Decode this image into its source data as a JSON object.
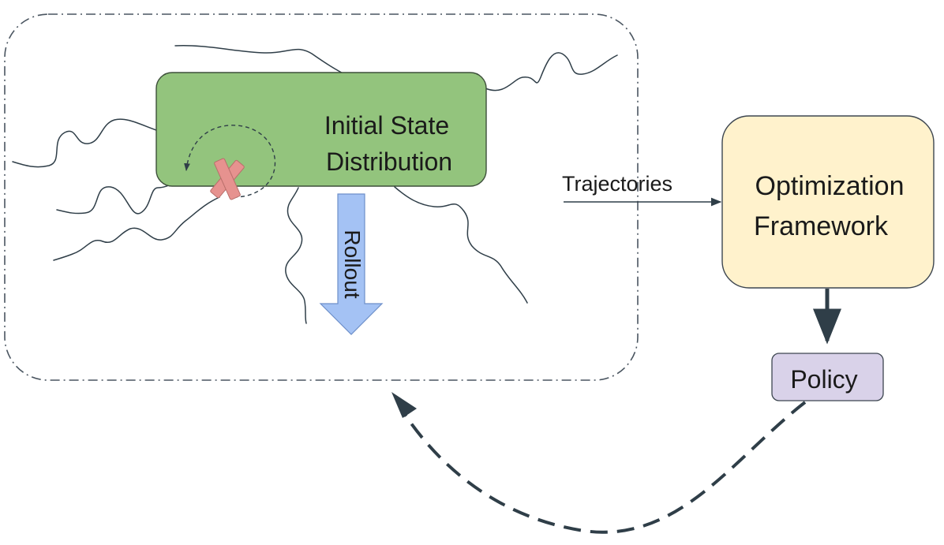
{
  "nodes": {
    "initial_state": {
      "line1": "Initial State",
      "line2": "Distribution"
    },
    "rollout": {
      "label": "Rollout"
    },
    "optimization": {
      "line1": "Optimization",
      "line2": "Framework"
    },
    "policy": {
      "label": "Policy"
    }
  },
  "edges": {
    "trajectories": {
      "label": "Trajectories"
    }
  },
  "colors": {
    "initial_state_fill": "#93c47d",
    "initial_state_stroke": "#3d4f3a",
    "rollout_fill": "#a4c2f4",
    "optimization_fill": "#fff2cc",
    "policy_fill": "#d9d2e9",
    "failure_mark": "#e6928f",
    "line": "#2f3e48"
  }
}
